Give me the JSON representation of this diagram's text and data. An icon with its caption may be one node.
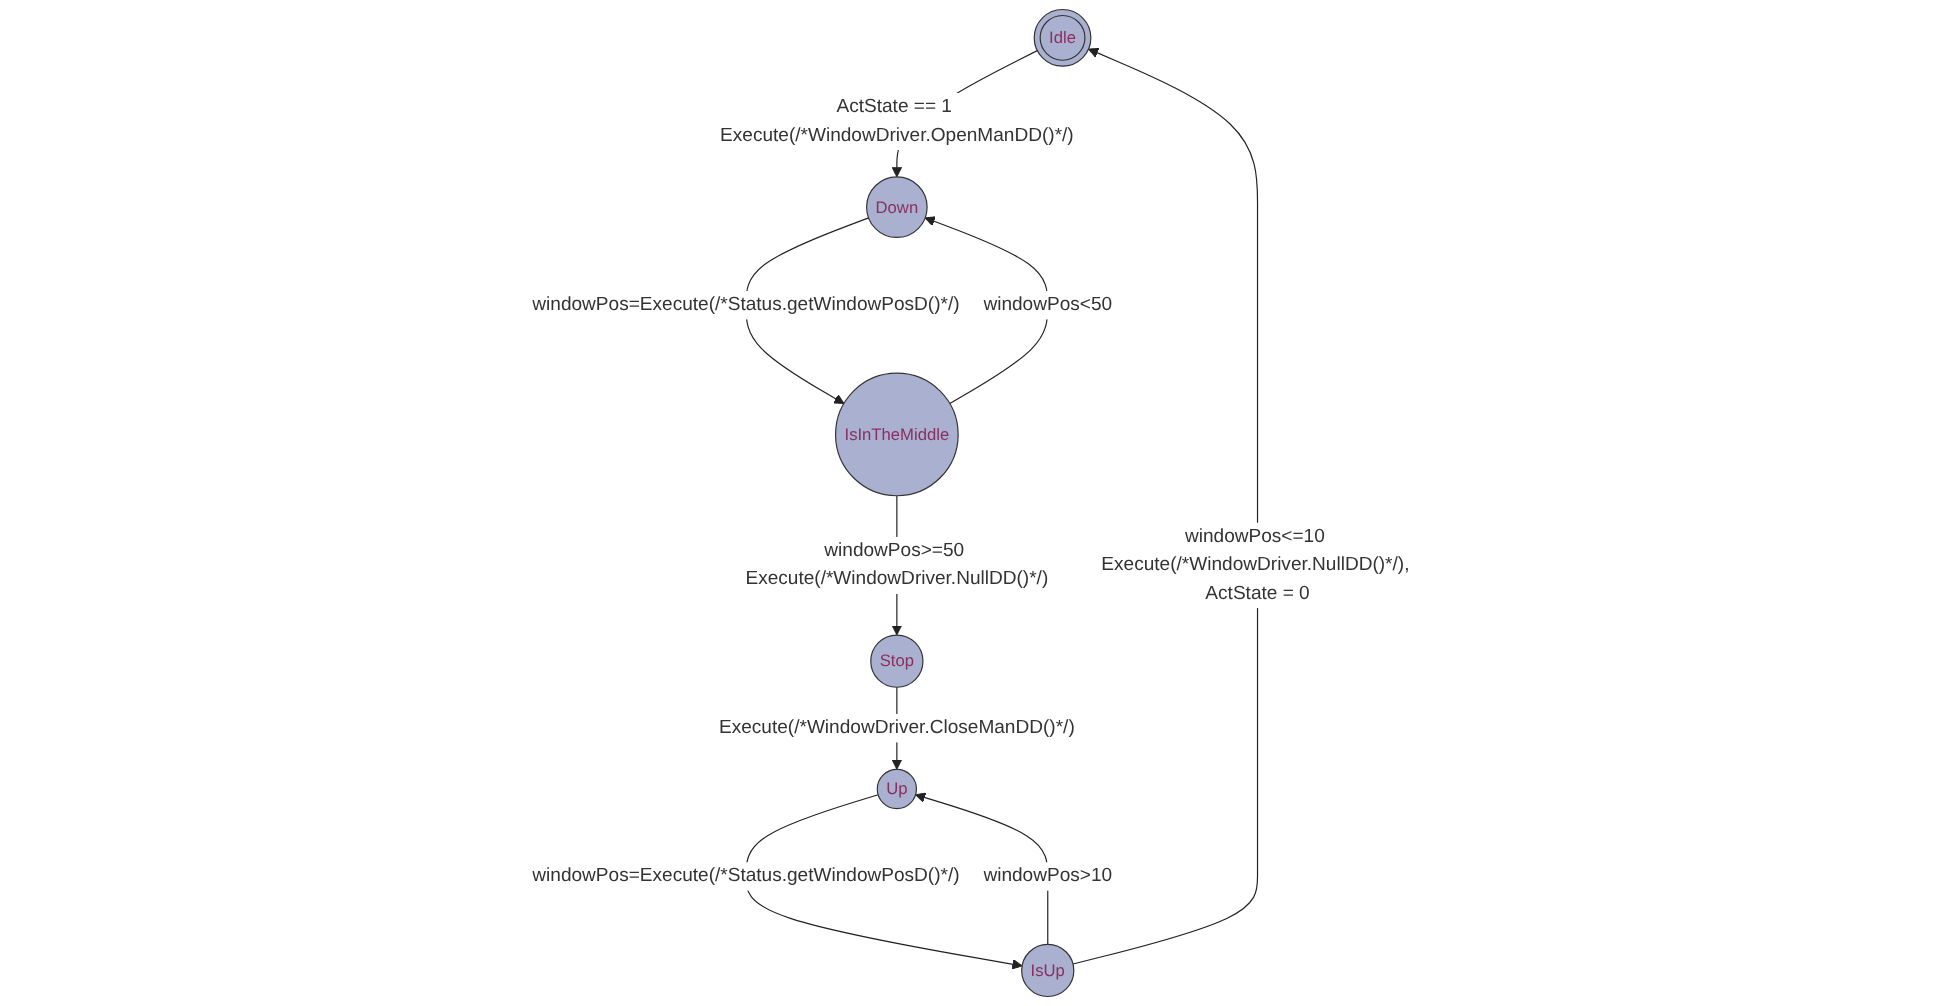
{
  "diagram": {
    "nodes": [
      {
        "text": [
          "Idle"
        ]
      },
      {
        "text": [
          "Down"
        ]
      },
      {
        "text": [
          "IsInTheMiddle"
        ]
      },
      {
        "text": [
          "Stop"
        ]
      },
      {
        "text": [
          "Up"
        ]
      },
      {
        "text": [
          "IsUp"
        ]
      }
    ],
    "edges": [
      {
        "from": 0,
        "to": 1,
        "arrow": "to",
        "label": "ActState == 1 Execute(/*WindowDriver.OpenManDD()*/)"
      },
      {
        "from": 1,
        "to": 2,
        "arrow": "to",
        "label": "windowPos=Execute(/*Status.getWindowPosD()*/)"
      },
      {
        "from": 2,
        "to": 1,
        "arrow": "to",
        "label": "windowPos<50"
      },
      {
        "from": 2,
        "to": 3,
        "arrow": "to",
        "label": "windowPos>=50 Execute(/*WindowDriver.NullDD()*/)"
      },
      {
        "from": 3,
        "to": 4,
        "arrow": "to",
        "label": "Execute(/*WindowDriver.CloseManDD()*/)"
      },
      {
        "from": 4,
        "to": 5,
        "arrow": "to",
        "label": "windowPos=Execute(/*Status.getWindowPosD()*/)"
      },
      {
        "from": 5,
        "to": 4,
        "arrow": "to",
        "label": "windowPos>10"
      },
      {
        "from": 5,
        "to": 0,
        "arrow": "to",
        "label": "windowPos<=10 Execute(/*WindowDriver.NullDD()*/), ActState = 0"
      }
    ]
  }
}
